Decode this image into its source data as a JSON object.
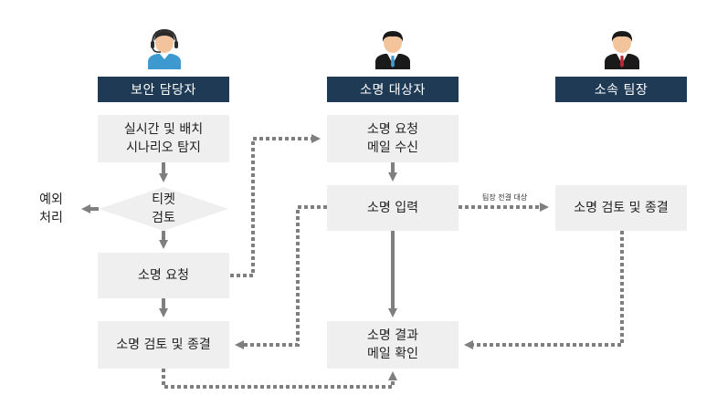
{
  "colors": {
    "header_bg": "#1f3a55",
    "box_bg": "#efefef",
    "arrow": "#7f7f7f"
  },
  "actors": [
    {
      "icon": "headset-operator-icon",
      "label": "보안 담당자"
    },
    {
      "icon": "employee-blue-tie-icon",
      "label": "소명 대상자"
    },
    {
      "icon": "manager-red-tie-icon",
      "label": "소속 팀장"
    }
  ],
  "nodes": {
    "detect": {
      "line1": "실시간 및 배치",
      "line2": "시나리오 탐지"
    },
    "ticket_review": {
      "line1": "티켓",
      "line2": "검토"
    },
    "exception": {
      "line1": "예외",
      "line2": "처리"
    },
    "request": {
      "text": "소명 요청"
    },
    "security_review": {
      "text": "소명 검토 및 종결"
    },
    "email_receive": {
      "line1": "소명 요청",
      "line2": "메일 수신"
    },
    "input": {
      "text": "소명 입력"
    },
    "result_check": {
      "line1": "소명 결과",
      "line2": "메일 확인"
    },
    "leader_review": {
      "text": "소명 검토 및 종결"
    }
  },
  "edge_labels": {
    "forward_to_leader": "팀장 전결 대상"
  }
}
